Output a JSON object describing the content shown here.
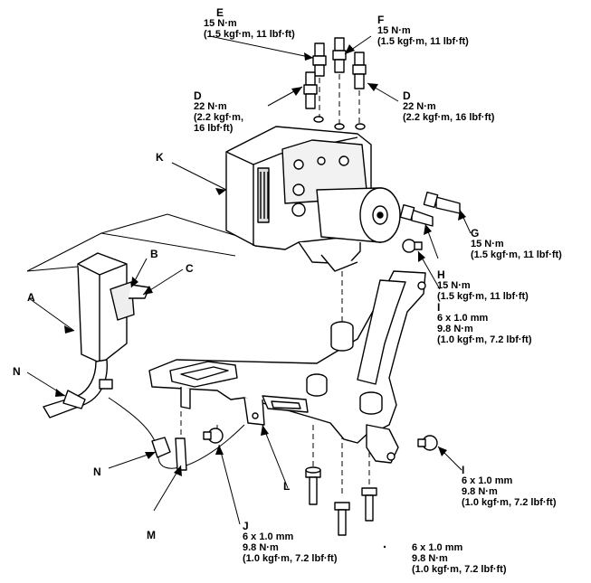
{
  "callouts": {
    "A": {
      "letter": "A"
    },
    "B": {
      "letter": "B"
    },
    "C": {
      "letter": "C"
    },
    "D1": {
      "letter": "D",
      "lines": [
        "22 N·m",
        "(2.2 kgf·m,",
        "16 lbf·ft)"
      ]
    },
    "D2": {
      "letter": "D",
      "lines": [
        "22 N·m",
        "(2.2 kgf·m, 16 lbf·ft)"
      ]
    },
    "E": {
      "letter": "E",
      "lines": [
        "15 N·m",
        "(1.5 kgf·m, 11 lbf·ft)"
      ]
    },
    "F": {
      "letter": "F",
      "lines": [
        "15 N·m",
        "(1.5 kgf·m, 11 lbf·ft)"
      ]
    },
    "G": {
      "letter": "G",
      "lines": [
        "15 N·m",
        "(1.5 kgf·m, 11 lbf·ft)"
      ]
    },
    "H": {
      "letter": "H",
      "lines": [
        "15 N·m",
        "(1.5 kgf·m, 11 lbf·ft)"
      ]
    },
    "I1": {
      "letter": "I",
      "lines": [
        "6 x 1.0 mm",
        "9.8 N·m",
        "(1.0 kgf·m, 7.2 lbf·ft)"
      ]
    },
    "I2": {
      "letter": "I",
      "lines": [
        "6 x 1.0 mm",
        "9.8 N·m",
        "(1.0 kgf·m, 7.2 lbf·ft)"
      ]
    },
    "J": {
      "letter": "J",
      "lines": [
        "6 x 1.0 mm",
        "9.8 N·m",
        "(1.0 kgf·m, 7.2 lbf·ft)"
      ]
    },
    "K": {
      "letter": "K"
    },
    "L": {
      "letter": "L"
    },
    "M": {
      "letter": "M"
    },
    "N1": {
      "letter": "N"
    },
    "N2": {
      "letter": "N"
    },
    "bottom_spec": {
      "lines": [
        "6 x 1.0 mm",
        "9.8 N·m",
        "(1.0 kgf·m, 7.2 lbf·ft)"
      ]
    }
  }
}
